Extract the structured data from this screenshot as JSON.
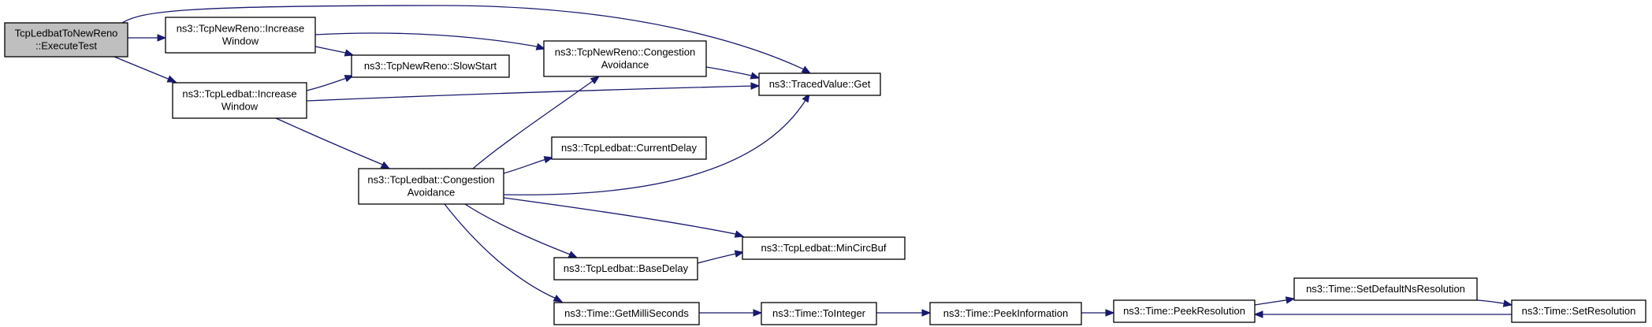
{
  "nodes": [
    {
      "id": "execute_test",
      "lines": [
        "TcpLedbatToNewReno",
        "::ExecuteTest"
      ],
      "fill": "#bfbfbf"
    },
    {
      "id": "newreno_increase",
      "lines": [
        "ns3::TcpNewReno::Increase",
        "Window"
      ],
      "fill": "#ffffff"
    },
    {
      "id": "ledbat_increase",
      "lines": [
        "ns3::TcpLedbat::Increase",
        "Window"
      ],
      "fill": "#ffffff"
    },
    {
      "id": "newreno_slowstart",
      "lines": [
        "ns3::TcpNewReno::SlowStart"
      ],
      "fill": "#ffffff"
    },
    {
      "id": "newreno_congestion",
      "lines": [
        "ns3::TcpNewReno::Congestion",
        "Avoidance"
      ],
      "fill": "#ffffff"
    },
    {
      "id": "tracedvalue_get",
      "lines": [
        "ns3::TracedValue::Get"
      ],
      "fill": "#ffffff"
    },
    {
      "id": "ledbat_congestion",
      "lines": [
        "ns3::TcpLedbat::Congestion",
        "Avoidance"
      ],
      "fill": "#ffffff"
    },
    {
      "id": "ledbat_currentdelay",
      "lines": [
        "ns3::TcpLedbat::CurrentDelay"
      ],
      "fill": "#ffffff"
    },
    {
      "id": "ledbat_mincircbuf",
      "lines": [
        "ns3::TcpLedbat::MinCircBuf"
      ],
      "fill": "#ffffff"
    },
    {
      "id": "ledbat_basedelay",
      "lines": [
        "ns3::TcpLedbat::BaseDelay"
      ],
      "fill": "#ffffff"
    },
    {
      "id": "time_getmilliseconds",
      "lines": [
        "ns3::Time::GetMilliSeconds"
      ],
      "fill": "#ffffff"
    },
    {
      "id": "time_tointeger",
      "lines": [
        "ns3::Time::ToInteger"
      ],
      "fill": "#ffffff"
    },
    {
      "id": "time_peekinformation",
      "lines": [
        "ns3::Time::PeekInformation"
      ],
      "fill": "#ffffff"
    },
    {
      "id": "time_peekresolution",
      "lines": [
        "ns3::Time::PeekResolution"
      ],
      "fill": "#ffffff"
    },
    {
      "id": "time_setdefaultns",
      "lines": [
        "ns3::Time::SetDefaultNsResolution"
      ],
      "fill": "#ffffff"
    },
    {
      "id": "time_setresolution",
      "lines": [
        "ns3::Time::SetResolution"
      ],
      "fill": "#ffffff"
    }
  ],
  "edges": [
    {
      "from": "execute_test",
      "to": "newreno_increase"
    },
    {
      "from": "execute_test",
      "to": "ledbat_increase"
    },
    {
      "from": "execute_test",
      "to": "tracedvalue_get"
    },
    {
      "from": "newreno_increase",
      "to": "newreno_slowstart"
    },
    {
      "from": "newreno_increase",
      "to": "newreno_congestion"
    },
    {
      "from": "newreno_congestion",
      "to": "tracedvalue_get"
    },
    {
      "from": "ledbat_increase",
      "to": "newreno_slowstart"
    },
    {
      "from": "ledbat_increase",
      "to": "tracedvalue_get"
    },
    {
      "from": "ledbat_increase",
      "to": "ledbat_congestion"
    },
    {
      "from": "ledbat_congestion",
      "to": "newreno_congestion"
    },
    {
      "from": "ledbat_congestion",
      "to": "tracedvalue_get"
    },
    {
      "from": "ledbat_congestion",
      "to": "ledbat_currentdelay"
    },
    {
      "from": "ledbat_congestion",
      "to": "ledbat_mincircbuf"
    },
    {
      "from": "ledbat_congestion",
      "to": "ledbat_basedelay"
    },
    {
      "from": "ledbat_congestion",
      "to": "time_getmilliseconds"
    },
    {
      "from": "ledbat_basedelay",
      "to": "ledbat_mincircbuf"
    },
    {
      "from": "time_getmilliseconds",
      "to": "time_tointeger"
    },
    {
      "from": "time_tointeger",
      "to": "time_peekinformation"
    },
    {
      "from": "time_peekinformation",
      "to": "time_peekresolution"
    },
    {
      "from": "time_peekresolution",
      "to": "time_setdefaultns"
    },
    {
      "from": "time_setdefaultns",
      "to": "time_setresolution"
    },
    {
      "from": "time_setresolution",
      "to": "time_peekresolution"
    }
  ],
  "colors": {
    "edge": "#191970",
    "highlight_fill": "#bfbfbf",
    "node_fill": "#ffffff",
    "border": "#000000"
  }
}
